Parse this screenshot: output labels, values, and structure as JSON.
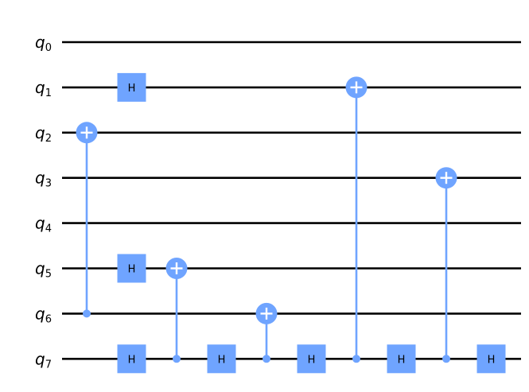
{
  "colors": {
    "gate": "#6fa4ff",
    "wire": "#000000",
    "background": "#ffffff"
  },
  "qubits": [
    {
      "index": 0,
      "name": "q",
      "sub": "0"
    },
    {
      "index": 1,
      "name": "q",
      "sub": "1"
    },
    {
      "index": 2,
      "name": "q",
      "sub": "2"
    },
    {
      "index": 3,
      "name": "q",
      "sub": "3"
    },
    {
      "index": 4,
      "name": "q",
      "sub": "4"
    },
    {
      "index": 5,
      "name": "q",
      "sub": "5"
    },
    {
      "index": 6,
      "name": "q",
      "sub": "6"
    },
    {
      "index": 7,
      "name": "q",
      "sub": "7"
    }
  ],
  "gates": [
    {
      "type": "cx",
      "control": 6,
      "target": 2,
      "step": 0
    },
    {
      "type": "h",
      "qubit": 1,
      "step": 1,
      "label": "H"
    },
    {
      "type": "h",
      "qubit": 5,
      "step": 1,
      "label": "H"
    },
    {
      "type": "h",
      "qubit": 7,
      "step": 1,
      "label": "H"
    },
    {
      "type": "cx",
      "control": 7,
      "target": 5,
      "step": 2
    },
    {
      "type": "h",
      "qubit": 7,
      "step": 3,
      "label": "H"
    },
    {
      "type": "cx",
      "control": 7,
      "target": 6,
      "step": 4
    },
    {
      "type": "h",
      "qubit": 7,
      "step": 5,
      "label": "H"
    },
    {
      "type": "cx",
      "control": 7,
      "target": 1,
      "step": 6
    },
    {
      "type": "h",
      "qubit": 7,
      "step": 7,
      "label": "H"
    },
    {
      "type": "cx",
      "control": 7,
      "target": 3,
      "step": 8
    },
    {
      "type": "h",
      "qubit": 7,
      "step": 9,
      "label": "H"
    }
  ]
}
